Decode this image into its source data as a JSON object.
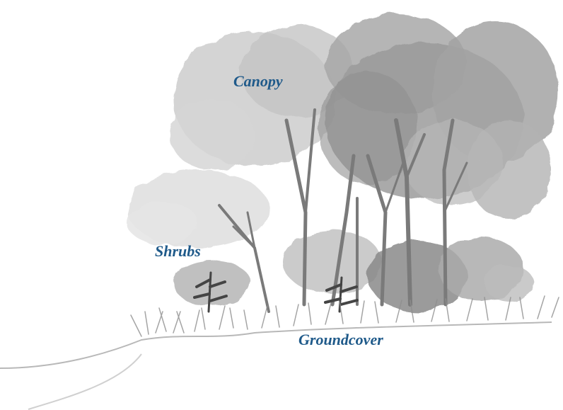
{
  "labels": {
    "canopy": "Canopy",
    "shrubs": "Shrubs",
    "groundcover": "Groundcover"
  },
  "colors": {
    "label_text": "#1f5a8a",
    "foliage_dark": "#6f6f6f",
    "foliage_mid": "#9a9a9a",
    "foliage_light": "#c9c9c9",
    "trunk": "#7a7a7a",
    "grass": "#8e8e8e"
  },
  "icons": {
    "illustration": "watercolor-forest-layers-illustration"
  }
}
